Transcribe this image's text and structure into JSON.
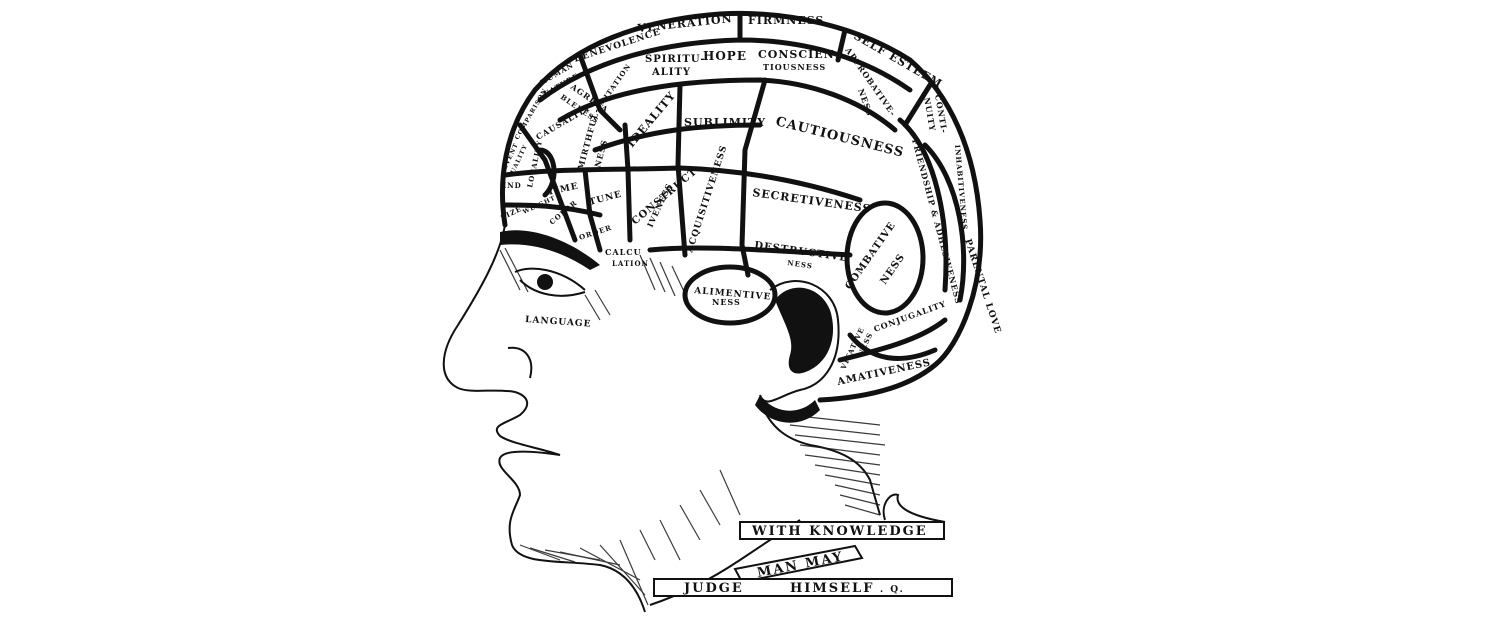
{
  "figure": {
    "type": "phrenology-head-illustration",
    "background": "#ffffff",
    "ink_color": "#111111"
  },
  "regions": {
    "veneration": "VENERATION",
    "firmness": "FIRMNESS",
    "self_esteem": "SELF ESTEEM",
    "benevolence": "BENEVOLENCE",
    "spirituality_1": "SPIRITU-",
    "spirituality_2": "ALITY",
    "hope": "HOPE",
    "conscientiousness_1": "CONSCIEN-",
    "conscientiousness_2": "TIOUSNESS",
    "approbativeness_1": "APPROBATIVE-",
    "approbativeness_2": "NESS",
    "continuity_1": "CONTI-",
    "continuity_2": "NUITY",
    "human_nature_1": "HUMAN",
    "human_nature_2": "NATURE",
    "agreeableness_1": "AGREEA",
    "agreeableness_2": "BLENESS",
    "imitation": "IMITATION",
    "comparison": "COMPARISON",
    "causality": "CAUSALITY",
    "mirthfulness_1": "MIRTHFUL-",
    "mirthfulness_2": "NESS",
    "ideality": "IDEALITY",
    "sublimity": "SUBLIMITY",
    "cautiousness": "CAUTIOUSNESS",
    "inhabitiveness": "INHABITIVENESS",
    "friendship": "FRIENDSHIP & ADHESIVENESS",
    "eventuality_1": "EVENT",
    "eventuality_2": "UALITY",
    "locality": "LOCALITY",
    "individuality": "IND",
    "time": "TIME",
    "tune": "TUNE",
    "constructiveness_1": "CONSTRUCT",
    "constructiveness_2": "IVENESS",
    "acquisitiveness": "ACQUISITIVENESS",
    "secretiveness": "SECRETIVENESS",
    "size": "SIZE",
    "weight": "WEIGHT",
    "color": "COLOR",
    "order": "ORDER",
    "calculation_1": "CALCU",
    "calculation_2": "LATION",
    "destructiveness_1": "DESTRUCTIVE",
    "destructiveness_2": "NESS",
    "combativeness_1": "COMBATIVE",
    "combativeness_2": "NESS",
    "parental_love": "PARENTAL LOVE",
    "alimentiveness_1": "ALIMENTIVE",
    "alimentiveness_2": "NESS",
    "language": "LANGUAGE",
    "conjugality": "CONJUGALITY",
    "vitativeness_1": "VITATIVE",
    "vitativeness_2": "NESS",
    "amativeness": "AMATIVENESS"
  },
  "banners": {
    "line1": "WITH KNOWLEDGE",
    "line2": "MAN MAY",
    "line3_a": "JUDGE",
    "line3_b": "HIMSELF",
    "signature": ". Q."
  }
}
